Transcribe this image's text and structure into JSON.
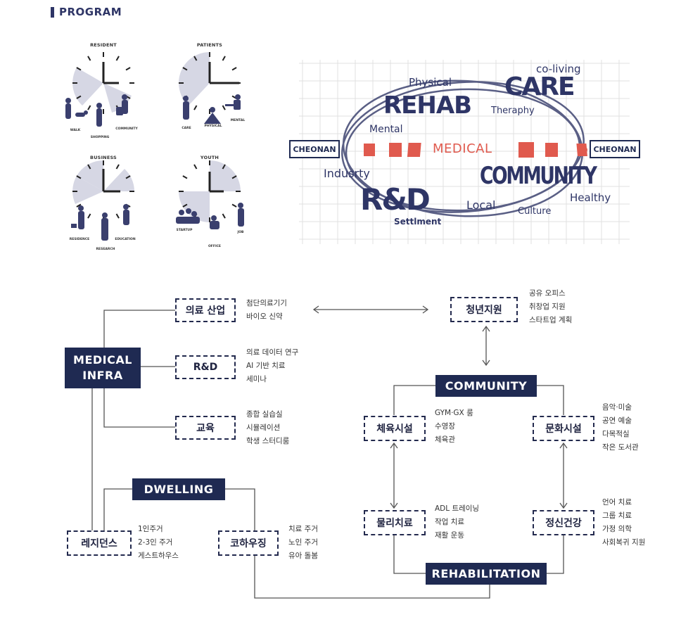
{
  "section_title": "PROGRAM",
  "clocks": [
    {
      "title": "RESIDENT",
      "figures": [
        "WALK",
        "SHOPPING",
        "COMMUNITY"
      ]
    },
    {
      "title": "PATIENTS",
      "figures": [
        "CARE",
        "PHYSICAL",
        "MENTAL"
      ]
    },
    {
      "title": "BUSINESS",
      "figures": [
        "RESIDENCE",
        "RESEARCH",
        "EDUCATION"
      ]
    },
    {
      "title": "YOUTH",
      "figures": [
        "STARTUP",
        "OFFICE",
        "JOB"
      ]
    }
  ],
  "word_map": {
    "left_city": "CHEONAN",
    "right_city": "CHEONAN",
    "center": "MEDICAL",
    "words": {
      "physical": "Physical",
      "rehab": "REHAB",
      "mental": "Mental",
      "coliving": "co-living",
      "care": "CARE",
      "theraphy": "Theraphy",
      "indusrty": "Indusrty",
      "rnd": "R&D",
      "settlment": "Settlment",
      "local": "Local",
      "culture": "Culture",
      "community": "COMMUNITY",
      "healthy": "Healthy"
    }
  },
  "diagram": {
    "medical_infra": "MEDICAL\nINFRA",
    "medical_industry": {
      "label": "의료 산업",
      "notes": [
        "첨단의료기기",
        "바이오 신약"
      ]
    },
    "rnd": {
      "label": "R&D",
      "notes": [
        "의료 데이터 연구",
        "AI 기반 치료",
        "세미나"
      ]
    },
    "education": {
      "label": "교육",
      "notes": [
        "종합 실습실",
        "시뮬레이션",
        "학생 스터디룸"
      ]
    },
    "dwelling": "DWELLING",
    "residence": {
      "label": "레지던스",
      "notes": [
        "1인주거",
        "2-3인 주거",
        "게스트하우스"
      ]
    },
    "cohousing": {
      "label": "코하우징",
      "notes": [
        "치료 주거",
        "노인 주거",
        "유아 돌봄"
      ]
    },
    "youth_support": {
      "label": "청년지원",
      "notes": [
        "공유 오피스",
        "취창업 지원",
        "스타트업 계획"
      ]
    },
    "community": "COMMUNITY",
    "sports": {
      "label": "체육시설",
      "notes": [
        "GYM·GX 룸",
        "수영장",
        "체육관"
      ]
    },
    "culture": {
      "label": "문화시설",
      "notes": [
        "음악·미술",
        "공연 예술",
        "다목적실",
        "작은 도서관"
      ]
    },
    "physio": {
      "label": "물리치료",
      "notes": [
        "ADL 트레이닝",
        "작업 치료",
        "재활 운동"
      ]
    },
    "mental": {
      "label": "정신건강",
      "notes": [
        "언어 치료",
        "그룹 치료",
        "가정 의학",
        "사회복귀 지원"
      ]
    },
    "rehabilitation": "REHABILITATION"
  }
}
